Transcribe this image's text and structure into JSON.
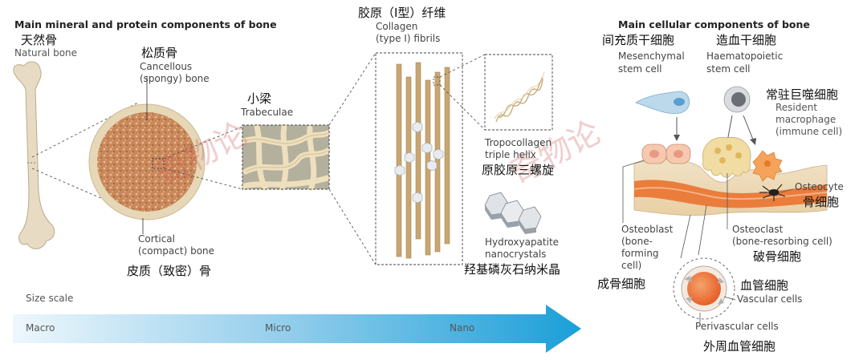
{
  "headings": {
    "mineral": "Main mineral and protein components of bone",
    "cellular": "Main cellular components of bone"
  },
  "labels": {
    "natural_bone": {
      "cn": "天然骨",
      "en": "Natural bone"
    },
    "cancellous": {
      "cn": "松质骨",
      "en1": "Cancellous",
      "en2": "(spongy) bone"
    },
    "trabeculae": {
      "cn": "小梁",
      "en": "Trabeculae"
    },
    "collagen": {
      "cn": "胶原（I型）纤维",
      "en1": "Collagen",
      "en2": "(type I) fibrils"
    },
    "tropocollagen": {
      "en1": "Tropocollagen",
      "en2": "triple helix",
      "cn": "原胶原三螺旋"
    },
    "hydroxyapatite": {
      "en1": "Hydroxyapatite",
      "en2": "nanocrystals",
      "cn": "羟基磷灰石纳米晶"
    },
    "cortical": {
      "en1": "Cortical",
      "en2": "(compact) bone",
      "cn": "皮质（致密）骨"
    },
    "msc": {
      "cn": "间充质干细胞",
      "en1": "Mesenchymal",
      "en2": "stem cell"
    },
    "hsc": {
      "cn": "造血干细胞",
      "en1": "Haematopoietic",
      "en2": "stem cell"
    },
    "macrophage": {
      "cn": "常驻巨噬细胞",
      "en1": "Resident",
      "en2": "macrophage",
      "en3": "(immune cell)"
    },
    "osteocyte": {
      "en": "Osteocyte",
      "cn": "骨细胞"
    },
    "osteoblast": {
      "en1": "Osteoblast",
      "en2": "(bone-",
      "en3": "forming",
      "en4": "cell)",
      "cn": "成骨细胞"
    },
    "osteoclast": {
      "en1": "Osteoclast",
      "en2": "(bone-resorbing cell)",
      "cn": "破骨细胞"
    },
    "vascular": {
      "cn": "血管细胞",
      "en": "Vascular cells"
    },
    "perivascular": {
      "en": "Perivascular cells",
      "cn": "外周血管细胞"
    }
  },
  "scale": {
    "title": "Size scale",
    "macro": "Macro",
    "micro": "Micro",
    "nano": "Nano"
  },
  "watermark": "奇物论",
  "colors": {
    "arrow_start": "#e8f4fb",
    "arrow_end": "#1a9fd8",
    "bone": "#e6dcc4",
    "cancellous": "#c98a5c",
    "collagen": "#c9a874",
    "osteoclast": "#f1dca3",
    "vessel": "#ee7a38"
  }
}
